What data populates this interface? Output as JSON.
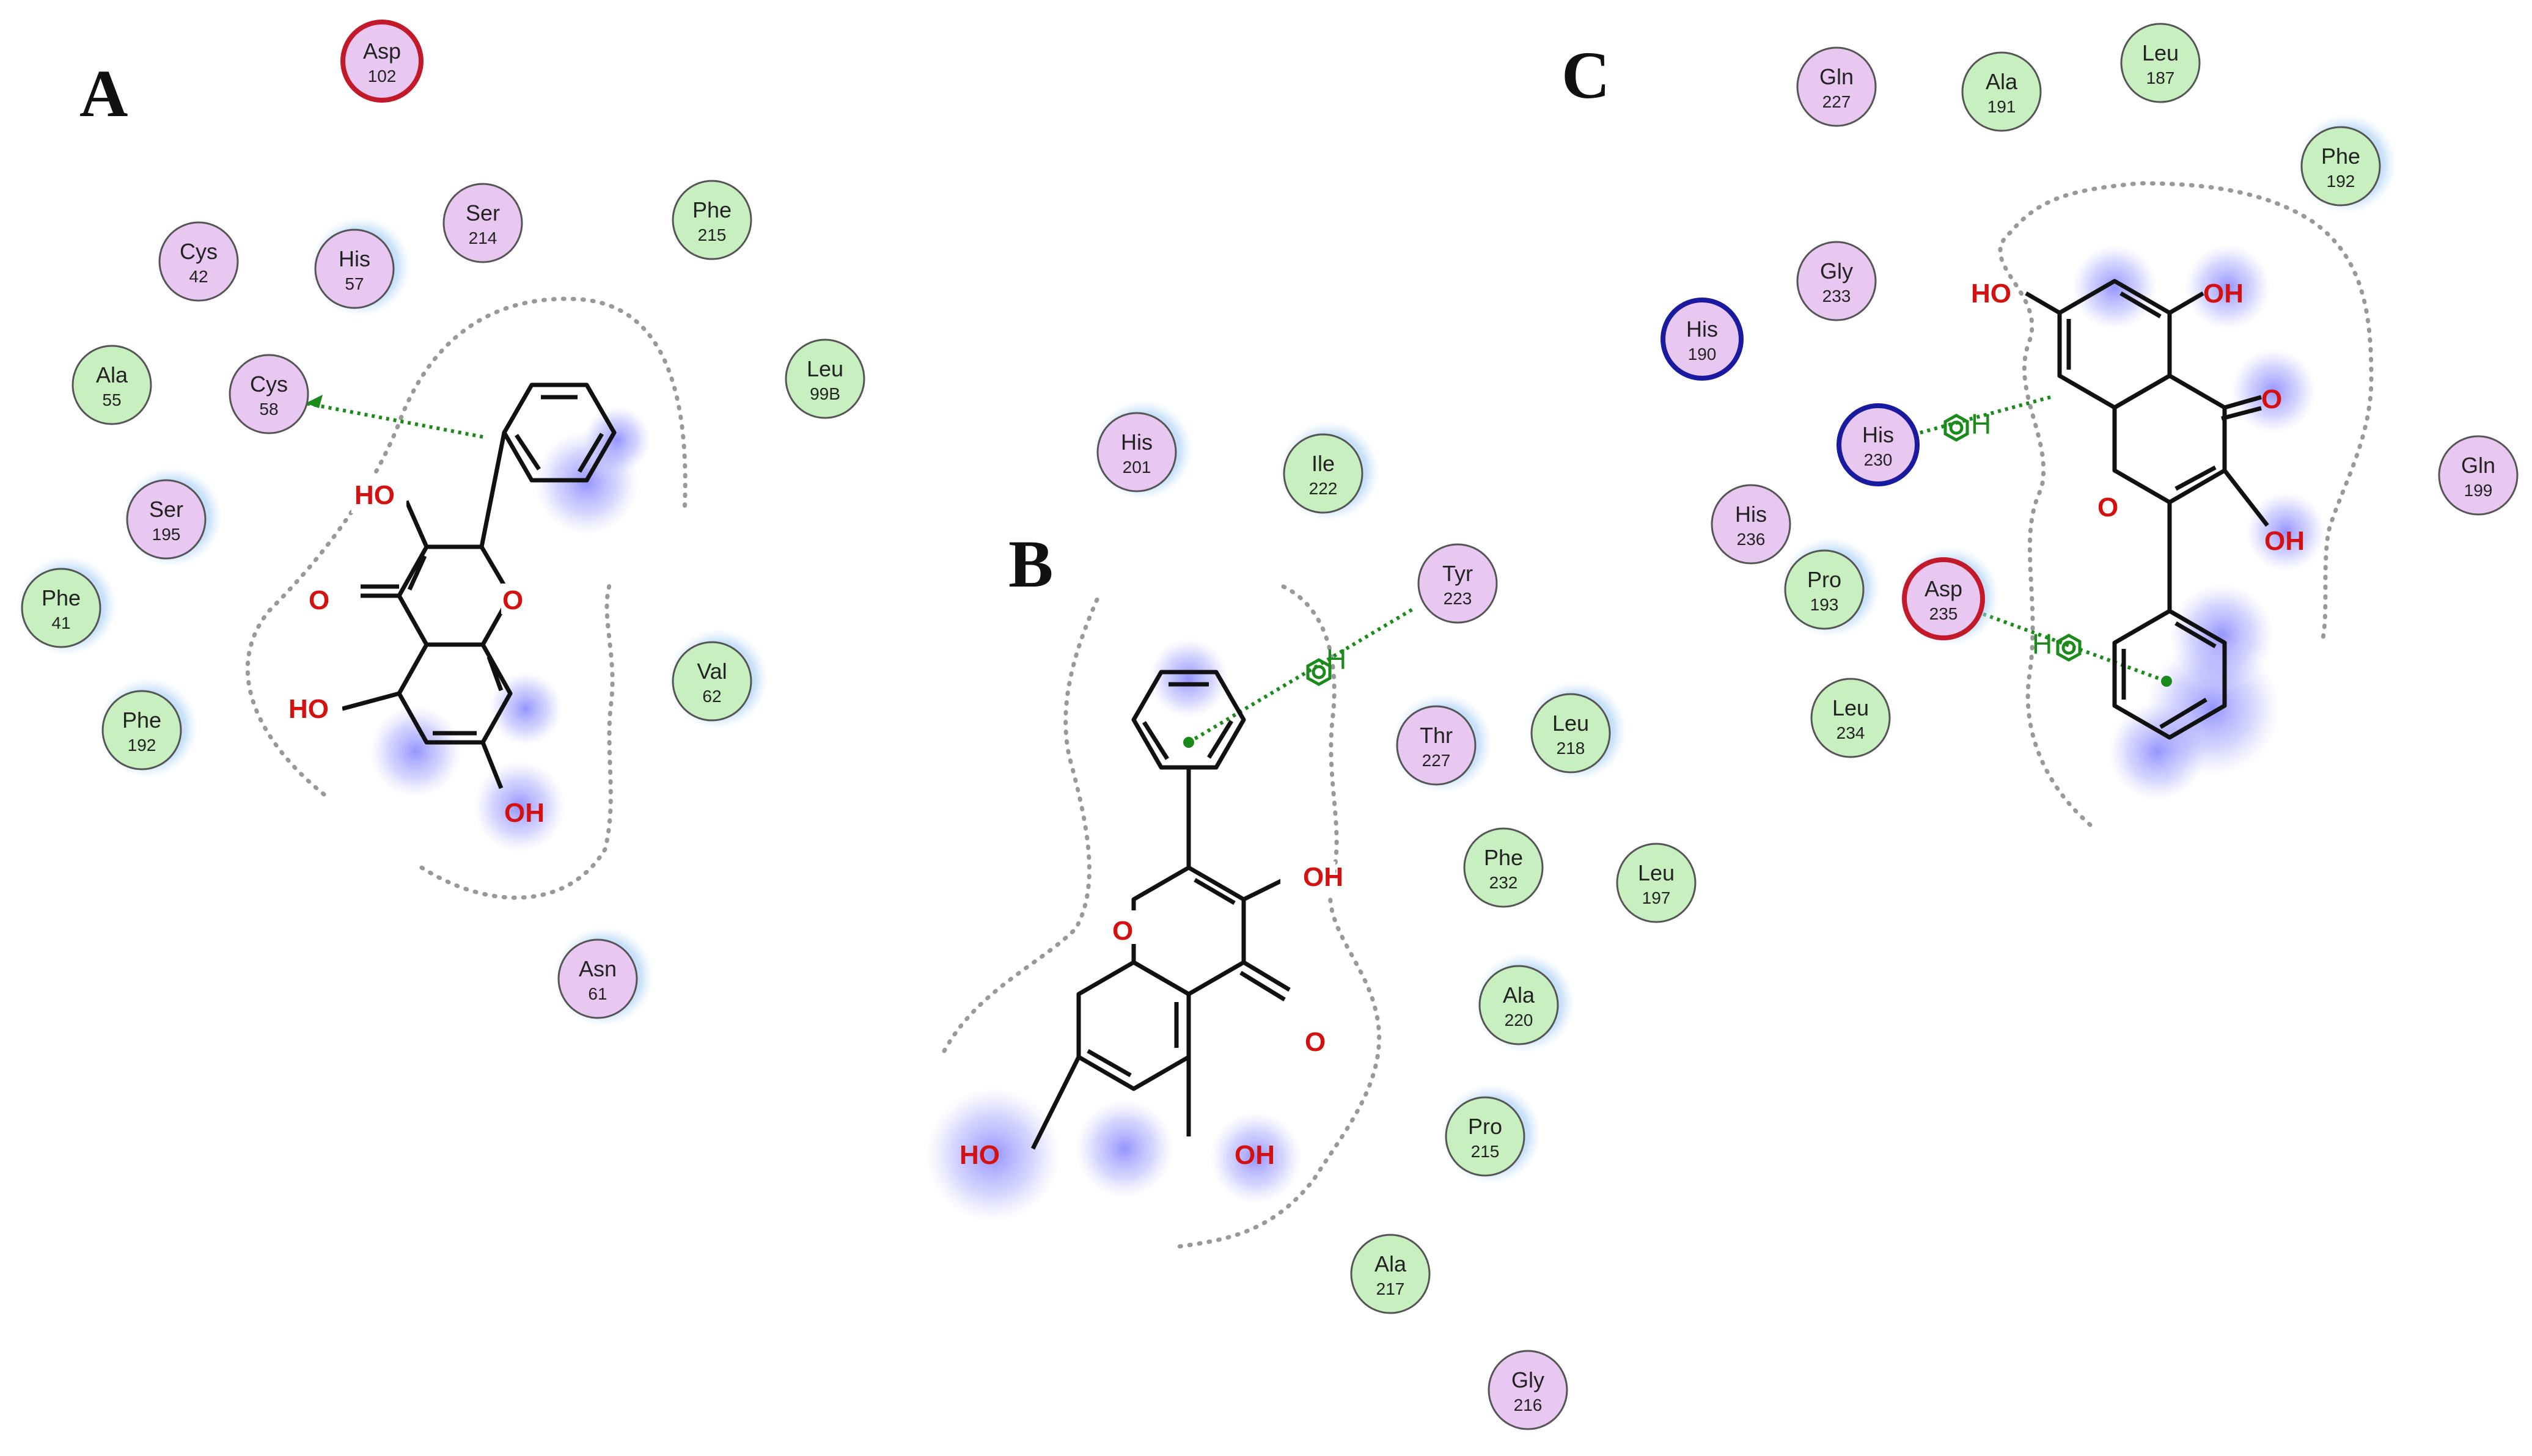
{
  "panels": [
    {
      "id": "A",
      "label": "A"
    },
    {
      "id": "B",
      "label": "B"
    },
    {
      "id": "C",
      "label": "C"
    }
  ],
  "legend_colors": {
    "polar_fill": "#e8c8f0",
    "hydrophobic_fill": "#c8efc0",
    "acidic_ring": "#c21a2a",
    "basic_ring": "#1a1aa0",
    "exposure_halo": "#8fc3f0",
    "contact_line": "#999999",
    "pi_interaction": "#1a8a1a",
    "heteroatom": "#d41111",
    "ligand_exposure": "#4b4bff"
  },
  "residues": [
    {
      "panel": "A",
      "name": "Asp",
      "num": "102",
      "type": "polar",
      "ring": "acidic"
    },
    {
      "panel": "A",
      "name": "Cys",
      "num": "42",
      "type": "polar"
    },
    {
      "panel": "A",
      "name": "His",
      "num": "57",
      "type": "polar",
      "halo": true
    },
    {
      "panel": "A",
      "name": "Ser",
      "num": "214",
      "type": "polar"
    },
    {
      "panel": "A",
      "name": "Phe",
      "num": "215",
      "type": "hydrophobic"
    },
    {
      "panel": "A",
      "name": "Ala",
      "num": "55",
      "type": "hydrophobic"
    },
    {
      "panel": "A",
      "name": "Cys",
      "num": "58",
      "type": "polar"
    },
    {
      "panel": "A",
      "name": "Leu",
      "num": "99B",
      "type": "hydrophobic"
    },
    {
      "panel": "A",
      "name": "Ser",
      "num": "195",
      "type": "polar",
      "halo": true
    },
    {
      "panel": "A",
      "name": "Phe",
      "num": "41",
      "type": "hydrophobic",
      "halo": true
    },
    {
      "panel": "A",
      "name": "Val",
      "num": "62",
      "type": "hydrophobic",
      "halo": true
    },
    {
      "panel": "A",
      "name": "Phe",
      "num": "192",
      "type": "hydrophobic",
      "halo": true
    },
    {
      "panel": "A",
      "name": "Asn",
      "num": "61",
      "type": "polar",
      "halo": true
    },
    {
      "panel": "B",
      "name": "His",
      "num": "201",
      "type": "polar",
      "halo": true
    },
    {
      "panel": "B",
      "name": "Ile",
      "num": "222",
      "type": "hydrophobic",
      "halo": true
    },
    {
      "panel": "B",
      "name": "Tyr",
      "num": "223",
      "type": "polar"
    },
    {
      "panel": "B",
      "name": "Thr",
      "num": "227",
      "type": "polar",
      "halo": true
    },
    {
      "panel": "B",
      "name": "Leu",
      "num": "218",
      "type": "hydrophobic",
      "halo": true
    },
    {
      "panel": "B",
      "name": "Phe",
      "num": "232",
      "type": "hydrophobic"
    },
    {
      "panel": "B",
      "name": "Leu",
      "num": "197",
      "type": "hydrophobic"
    },
    {
      "panel": "B",
      "name": "Ala",
      "num": "220",
      "type": "hydrophobic",
      "halo": true
    },
    {
      "panel": "B",
      "name": "Pro",
      "num": "215",
      "type": "hydrophobic",
      "halo": true
    },
    {
      "panel": "B",
      "name": "Ala",
      "num": "217",
      "type": "hydrophobic"
    },
    {
      "panel": "B",
      "name": "Gly",
      "num": "216",
      "type": "polar"
    },
    {
      "panel": "C",
      "name": "Gln",
      "num": "227",
      "type": "polar"
    },
    {
      "panel": "C",
      "name": "Ala",
      "num": "191",
      "type": "hydrophobic"
    },
    {
      "panel": "C",
      "name": "Leu",
      "num": "187",
      "type": "hydrophobic"
    },
    {
      "panel": "C",
      "name": "Phe",
      "num": "192",
      "type": "hydrophobic",
      "halo": true
    },
    {
      "panel": "C",
      "name": "Gly",
      "num": "233",
      "type": "polar"
    },
    {
      "panel": "C",
      "name": "His",
      "num": "190",
      "type": "polar",
      "ring": "basic"
    },
    {
      "panel": "C",
      "name": "His",
      "num": "230",
      "type": "polar",
      "ring": "basic"
    },
    {
      "panel": "C",
      "name": "His",
      "num": "236",
      "type": "polar"
    },
    {
      "panel": "C",
      "name": "Pro",
      "num": "193",
      "type": "hydrophobic",
      "halo": true
    },
    {
      "panel": "C",
      "name": "Asp",
      "num": "235",
      "type": "polar",
      "ring": "acidic",
      "halo": true
    },
    {
      "panel": "C",
      "name": "Leu",
      "num": "234",
      "type": "hydrophobic"
    },
    {
      "panel": "C",
      "name": "Gln",
      "num": "199",
      "type": "polar"
    }
  ],
  "ligand_atom_labels": {
    "A": [
      "HO",
      "O",
      "HO",
      "OH",
      "O"
    ],
    "B": [
      "OH",
      "O",
      "O",
      "HO",
      "OH"
    ],
    "C": [
      "HO",
      "OH",
      "O",
      "O",
      "OH"
    ]
  },
  "interaction_labels": {
    "B_pi_h": "H",
    "C_pi_h_1": "H",
    "C_pi_h_2": "H"
  }
}
